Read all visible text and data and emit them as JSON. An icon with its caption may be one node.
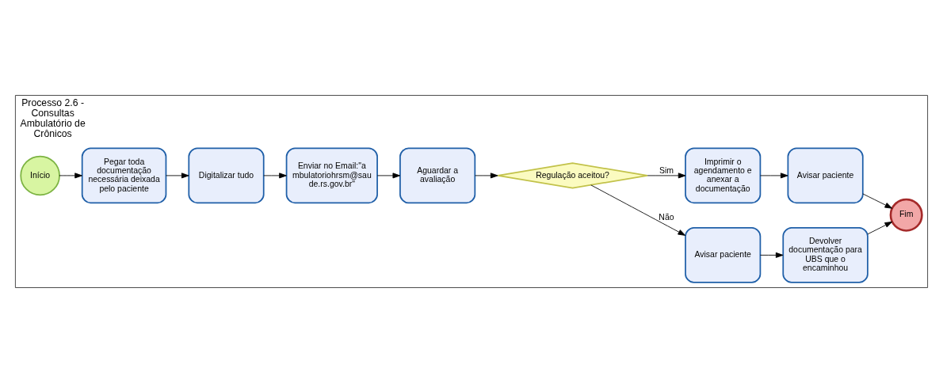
{
  "diagram": {
    "nodes": [
      {
        "text": [
          "Processo 2.6 - Consultas Ambulatório de Crônicos"
        ]
      },
      {
        "text": [
          "Início"
        ],
        "in": 0
      },
      {
        "text": [
          "Pegar toda documentação necessária deixada pelo paciente"
        ],
        "in": 0
      },
      {
        "text": [
          "Digitalizar tudo"
        ],
        "in": 0
      },
      {
        "text": [
          "Enviar no Email:\"ambulatoriohrsm@saude.rs.gov.br\""
        ],
        "in": 0
      },
      {
        "text": [
          "Aguardar a avaliação"
        ],
        "in": 0
      },
      {
        "text": [
          "Regulação aceitou?"
        ],
        "in": 0
      },
      {
        "text": [
          "Imprimir o agendamento e anexar a documentação"
        ],
        "in": 0
      },
      {
        "text": [
          "Avisar paciente"
        ],
        "in": 0
      },
      {
        "text": [
          "Avisar paciente"
        ],
        "in": 0
      },
      {
        "text": [
          "Devolver documentação para UBS que o encaminhou"
        ],
        "in": 0
      },
      {
        "text": [
          "Fim"
        ],
        "in": 0
      }
    ],
    "edges": [
      {
        "from": 1,
        "to": 2,
        "arrow": "to"
      },
      {
        "from": 2,
        "to": 3,
        "arrow": "to"
      },
      {
        "from": 3,
        "to": 4,
        "arrow": "to"
      },
      {
        "from": 4,
        "to": 5,
        "arrow": "to"
      },
      {
        "from": 5,
        "to": 6,
        "arrow": "to"
      },
      {
        "from": 6,
        "to": 7,
        "arrow": "to",
        "label": "Sim"
      },
      {
        "from": 7,
        "to": 9,
        "arrow": "to"
      },
      {
        "from": 9,
        "to": 11,
        "arrow": "to"
      },
      {
        "from": 6,
        "to": 8,
        "arrow": "to",
        "label": "Não"
      },
      {
        "from": 8,
        "to": 10,
        "arrow": "to"
      },
      {
        "from": 10,
        "to": 11,
        "arrow": "to"
      }
    ]
  }
}
